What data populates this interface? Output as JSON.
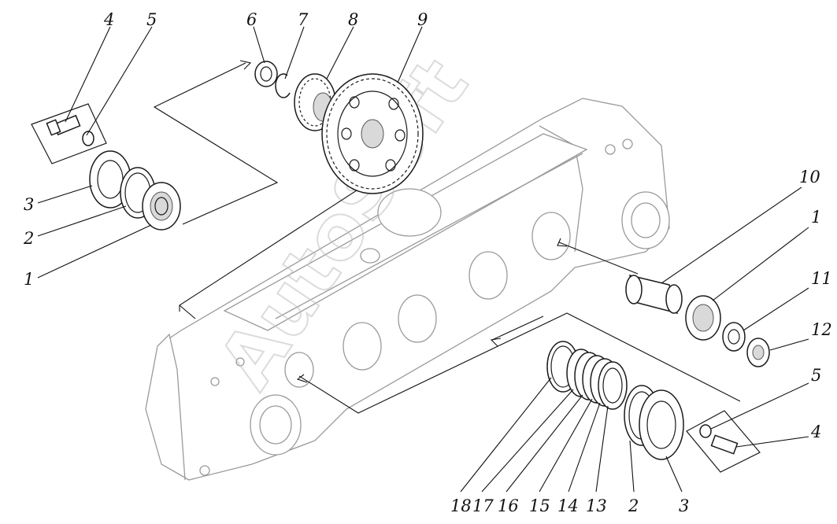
{
  "labels_top_left": [
    "4",
    "5",
    "6",
    "7",
    "8",
    "9"
  ],
  "labels_left": [
    "3",
    "2",
    "1"
  ],
  "labels_right": [
    "10",
    "1",
    "11",
    "12",
    "5",
    "4"
  ],
  "labels_bottom": [
    "18",
    "17",
    "16",
    "15",
    "14",
    "13",
    "2",
    "3"
  ],
  "watermark": "AutoSoft"
}
